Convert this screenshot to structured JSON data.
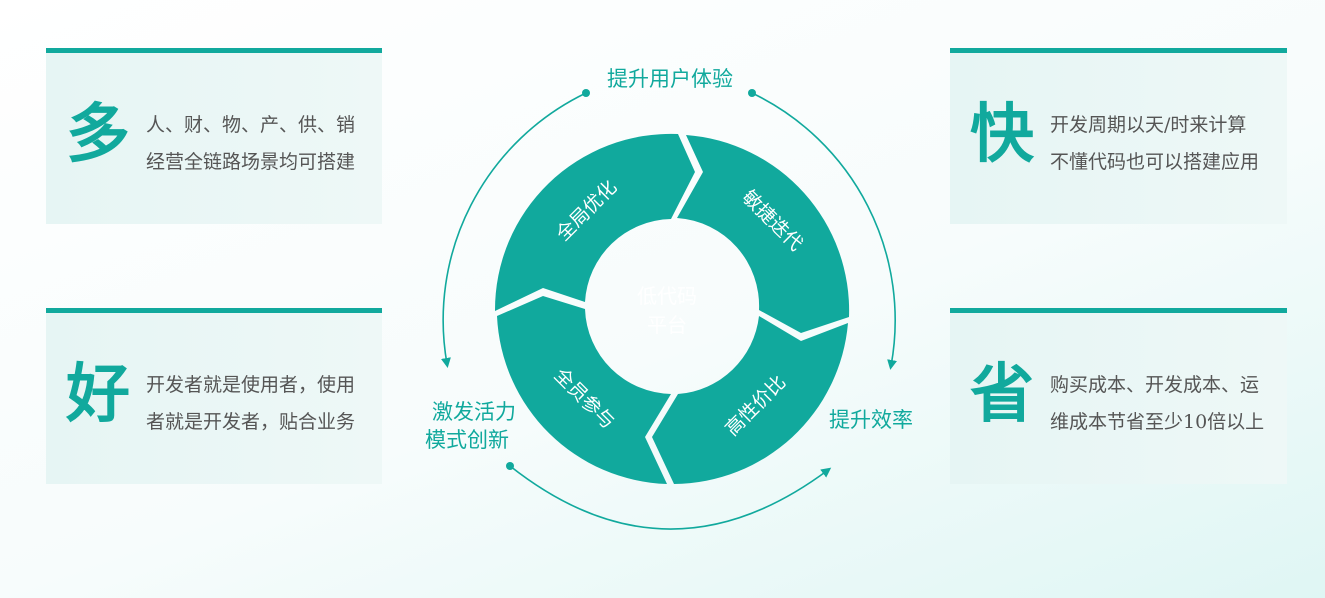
{
  "cards": {
    "duo": {
      "char": "多",
      "lines": [
        "人、财、物、产、供、销",
        "经营全链路场景均可搭建"
      ]
    },
    "hao": {
      "char": "好",
      "lines": [
        "开发者就是使用者，使用",
        "者就是开发者，贴合业务"
      ]
    },
    "kuai": {
      "char": "快",
      "lines": [
        "开发周期以天/时来计算",
        "不懂代码也可以搭建应用"
      ]
    },
    "sheng": {
      "char": "省",
      "lines": [
        "购买成本、开发成本、运",
        "维成本节省至少10倍以上"
      ]
    }
  },
  "cycle": {
    "center": [
      "低代码",
      "平台"
    ],
    "segments": {
      "top_left": "全局优化",
      "top_right": "敏捷迭代",
      "bottom_left": "全员参与",
      "bottom_right": "高性价比"
    },
    "outer": {
      "top": "提升用户体验",
      "right": "提升效率",
      "left_line1": "激发活力",
      "left_line2": "模式创新"
    }
  },
  "colors": {
    "accent": "#11a99d",
    "text": "#555555",
    "card_bg": "#e6f5f4"
  }
}
